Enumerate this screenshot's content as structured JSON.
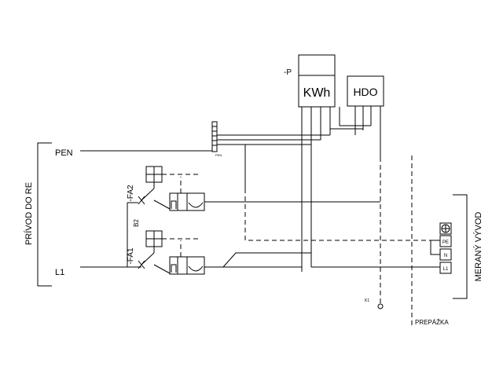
{
  "diagram": {
    "labels": {
      "meter_tag": "-P",
      "meter": "KWh",
      "hdo": "HDO",
      "pen": "PEN",
      "l1": "L1",
      "fa2": "-FA2",
      "fa1": "-FA1",
      "b2": "B2",
      "k1": "K1",
      "privod": "PRÍVOD DO RE",
      "merany": "MERANÝ VÝVOD",
      "prepazka": "PREPÁŽKA",
      "term_pe": "PE",
      "term_n": "N",
      "term_l1": "L1",
      "pen_bar": "PEN"
    }
  }
}
